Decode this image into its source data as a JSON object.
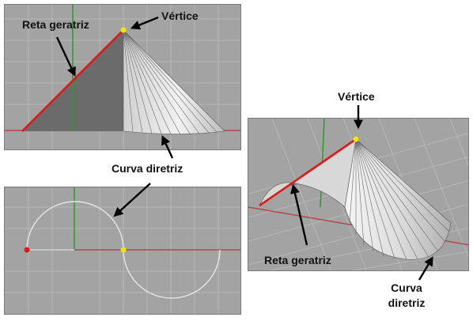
{
  "labels": {
    "front_generatrix": "Reta geratriz",
    "front_vertex": "Vértice",
    "shared_directrix": "Curva diretriz",
    "persp_vertex": "Vértice",
    "persp_generatrix": "Reta geratriz",
    "persp_directrix_line1": "Curva",
    "persp_directrix_line2": "diretriz"
  },
  "colors": {
    "viewport_bg": "#a3a3a3",
    "grid": "#b7b7b7",
    "generatrix": "#e01818",
    "vertex_point": "#f4e400",
    "start_point": "#e01818",
    "y_axis": "#1fa31f",
    "x_axis": "#b24a4a",
    "curve": "#e6e6e6"
  }
}
